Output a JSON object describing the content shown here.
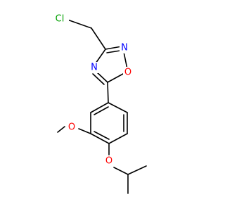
{
  "atoms": {
    "cl": {
      "text": "Cl",
      "color": "#00a000"
    },
    "n_top": {
      "text": "N",
      "color": "#0000ff"
    },
    "n_left": {
      "text": "N",
      "color": "#0000ff"
    },
    "o_ring": {
      "text": "O",
      "color": "#ff0000"
    },
    "o_methoxy": {
      "text": "O",
      "color": "#ff0000"
    },
    "o_isopropoxy": {
      "text": "O",
      "color": "#ff0000"
    }
  }
}
